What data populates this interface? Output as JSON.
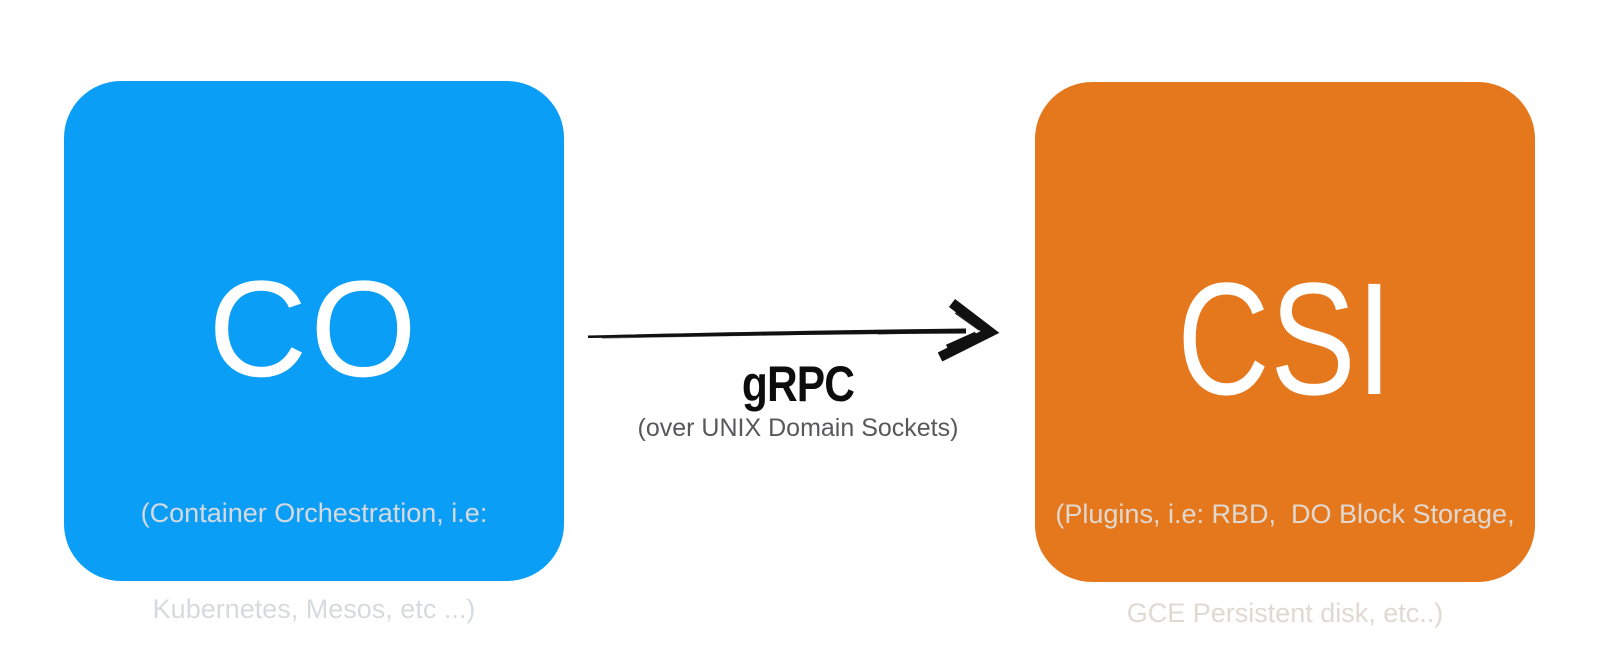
{
  "diagram": {
    "background_color": "#ffffff",
    "boxes": {
      "co": {
        "abbr": "CO",
        "caption_line1": "(Container Orchestration, i.e:",
        "caption_line2": "Kubernetes, Mesos, etc ...)",
        "fill_color": "#0a9ef7",
        "abbr_color": "#ffffff",
        "caption_color": "#d6dade"
      },
      "csi": {
        "abbr": "CSI",
        "caption_line1": "(Plugins, i.e: RBD,  DO Block Storage,",
        "caption_line2": "GCE Persistent disk, etc..)",
        "fill_color": "#e5771c",
        "abbr_color": "#ffffff",
        "caption_color": "#e0d9d1"
      }
    },
    "connector": {
      "label": "gRPC",
      "sublabel": "(over UNIX Domain Sockets)",
      "direction": "left-to-right",
      "arrow_color": "#111111",
      "label_color": "#0d0d0d",
      "sublabel_color": "#58585a"
    }
  }
}
